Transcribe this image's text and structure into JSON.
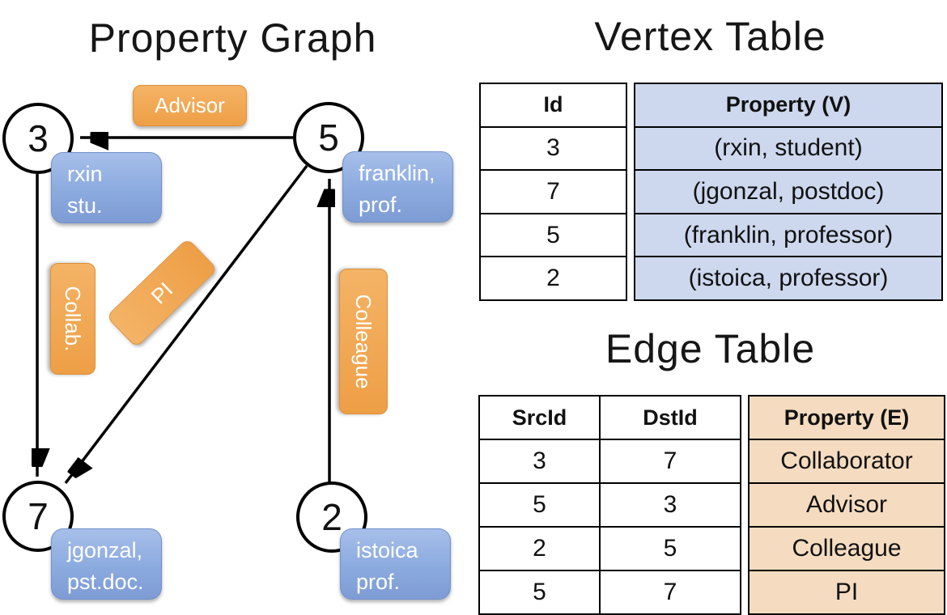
{
  "graph": {
    "title": "Property Graph",
    "nodes": [
      {
        "id": "3",
        "property_lines": [
          "rxin",
          "stu."
        ]
      },
      {
        "id": "5",
        "property_lines": [
          "franklin,",
          "prof."
        ]
      },
      {
        "id": "7",
        "property_lines": [
          "jgonzal,",
          "pst.doc."
        ]
      },
      {
        "id": "2",
        "property_lines": [
          "istoica",
          "prof."
        ]
      }
    ],
    "edge_labels": {
      "advisor": "Advisor",
      "collab": "Collab.",
      "pi": "PI",
      "colleague": "Colleague"
    }
  },
  "vertex_table": {
    "title": "Vertex Table",
    "columns": {
      "id": "Id",
      "property": "Property (V)"
    },
    "rows": [
      {
        "id": "3",
        "property": "(rxin, student)"
      },
      {
        "id": "7",
        "property": "(jgonzal, postdoc)"
      },
      {
        "id": "5",
        "property": "(franklin, professor)"
      },
      {
        "id": "2",
        "property": "(istoica, professor)"
      }
    ]
  },
  "edge_table": {
    "title": "Edge Table",
    "columns": {
      "src": "SrcId",
      "dst": "DstId",
      "property": "Property (E)"
    },
    "rows": [
      {
        "src": "3",
        "dst": "7",
        "property": "Collaborator"
      },
      {
        "src": "5",
        "dst": "3",
        "property": "Advisor"
      },
      {
        "src": "2",
        "dst": "5",
        "property": "Colleague"
      },
      {
        "src": "5",
        "dst": "7",
        "property": "PI"
      }
    ]
  },
  "colors": {
    "edge_property_orange": "#EE9F46",
    "vertex_property_blue": "#8BAADE",
    "vertex_table_cell_blue": "#CDD8EE",
    "edge_table_cell_tan": "#F5DCC0",
    "line_black": "#000000"
  }
}
